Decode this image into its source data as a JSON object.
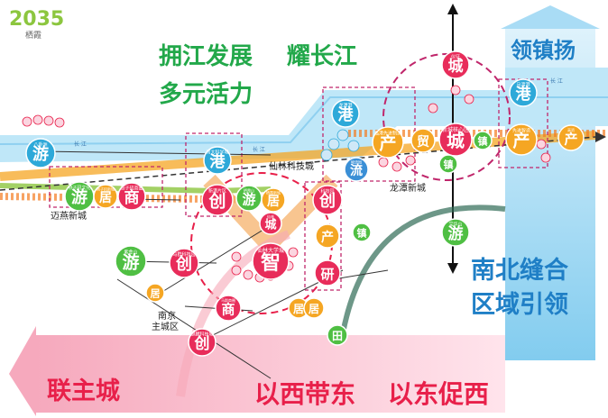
{
  "logo": {
    "year": "2035",
    "sub": "栖霞"
  },
  "slogans": {
    "line1": "拥江发展",
    "line1b": "耀长江",
    "line2": "多元活力",
    "top_right": "领镇扬",
    "right_mid1": "南北缝合",
    "right_mid2": "区域引领",
    "bottom_left": "联主城",
    "bottom_mid": "以西带东",
    "bottom_right": "以东促西"
  },
  "place_labels": {
    "maiyao": "迈燕新城",
    "xianlin": "仙林科技城",
    "longtan": "龙潭新城",
    "nanjing1": "南京",
    "nanjing2": "主城区",
    "river_left": "长 江",
    "river_mid": "长 江",
    "river_right": "长 江"
  },
  "nodes": [
    {
      "id": "n1",
      "label": "八卦洲",
      "char": "游",
      "color": "#2ea9d9"
    },
    {
      "id": "n2",
      "label": "燕子矶文化",
      "char": "游",
      "color": "#4fbf43"
    },
    {
      "id": "n3",
      "label": "燕子矶新城",
      "char": "居",
      "color": "#f5a623"
    },
    {
      "id": "n4",
      "label": "燕子矶商圈",
      "char": "商",
      "color": "#e82c5a"
    },
    {
      "id": "n5",
      "label": "南大科学城",
      "char": "港",
      "color": "#2ea9d9"
    },
    {
      "id": "n6",
      "label": "新港片区",
      "char": "创",
      "color": "#e82c5a"
    },
    {
      "id": "n7",
      "label": "栖霞山",
      "char": "游",
      "color": "#4fbf43"
    },
    {
      "id": "n8",
      "label": "栖霞新城",
      "char": "居",
      "color": "#f5a623"
    },
    {
      "id": "n9",
      "label": "科技园",
      "char": "创",
      "color": "#e82c5a"
    },
    {
      "id": "n10",
      "label": "仙林",
      "char": "城",
      "color": "#e82c5a"
    },
    {
      "id": "n11",
      "label": "仙林大学城",
      "char": "智",
      "color": "#e82c5a"
    },
    {
      "id": "n12",
      "label": "紫金山",
      "char": "游",
      "color": "#4fbf43"
    },
    {
      "id": "n13",
      "label": "马群科技园",
      "char": "创",
      "color": "#e82c5a"
    },
    {
      "id": "n14",
      "label": "",
      "char": "居",
      "color": "#f5a623"
    },
    {
      "id": "n15",
      "label": "马群商圈",
      "char": "商",
      "color": "#e82c5a"
    },
    {
      "id": "n16",
      "label": "麒麟科技城",
      "char": "创",
      "color": "#e82c5a"
    },
    {
      "id": "n17",
      "label": "",
      "char": "居",
      "color": "#f5a623"
    },
    {
      "id": "n18",
      "label": "",
      "char": "居",
      "color": "#f5a623"
    },
    {
      "id": "n19",
      "label": "",
      "char": "田",
      "color": "#4fbf43"
    },
    {
      "id": "n20",
      "label": "",
      "char": "产",
      "color": "#f5a623"
    },
    {
      "id": "n21",
      "label": "",
      "char": "研",
      "color": "#e82c5a"
    },
    {
      "id": "n22",
      "label": "龙潭港",
      "char": "港",
      "color": "#2ea9d9"
    },
    {
      "id": "n23",
      "label": "临港先进制造",
      "char": "产",
      "color": "#f5a623"
    },
    {
      "id": "n24",
      "label": "物流园",
      "char": "流",
      "color": "#3a8fd6"
    },
    {
      "id": "n25",
      "label": "仪征",
      "char": "城",
      "color": "#e82c5a"
    },
    {
      "id": "n26",
      "label": "新城核心区",
      "char": "城",
      "color": "#e82c5a"
    },
    {
      "id": "n27",
      "label": "",
      "char": "贸",
      "color": "#f5a623"
    },
    {
      "id": "n28",
      "label": "",
      "char": "镇",
      "color": "#4fbf43"
    },
    {
      "id": "n29",
      "label": "",
      "char": "镇",
      "color": "#4fbf43"
    },
    {
      "id": "n30",
      "label": "宝华山",
      "char": "游",
      "color": "#4fbf43"
    },
    {
      "id": "n31",
      "label": "马渡港",
      "char": "港",
      "color": "#2ea9d9"
    },
    {
      "id": "n32",
      "label": "先进智造",
      "char": "产",
      "color": "#f5a623"
    },
    {
      "id": "n33",
      "label": "高资",
      "char": "产",
      "color": "#f5a623"
    },
    {
      "id": "n34",
      "label": "",
      "char": "镇",
      "color": "#4fbf43"
    }
  ]
}
